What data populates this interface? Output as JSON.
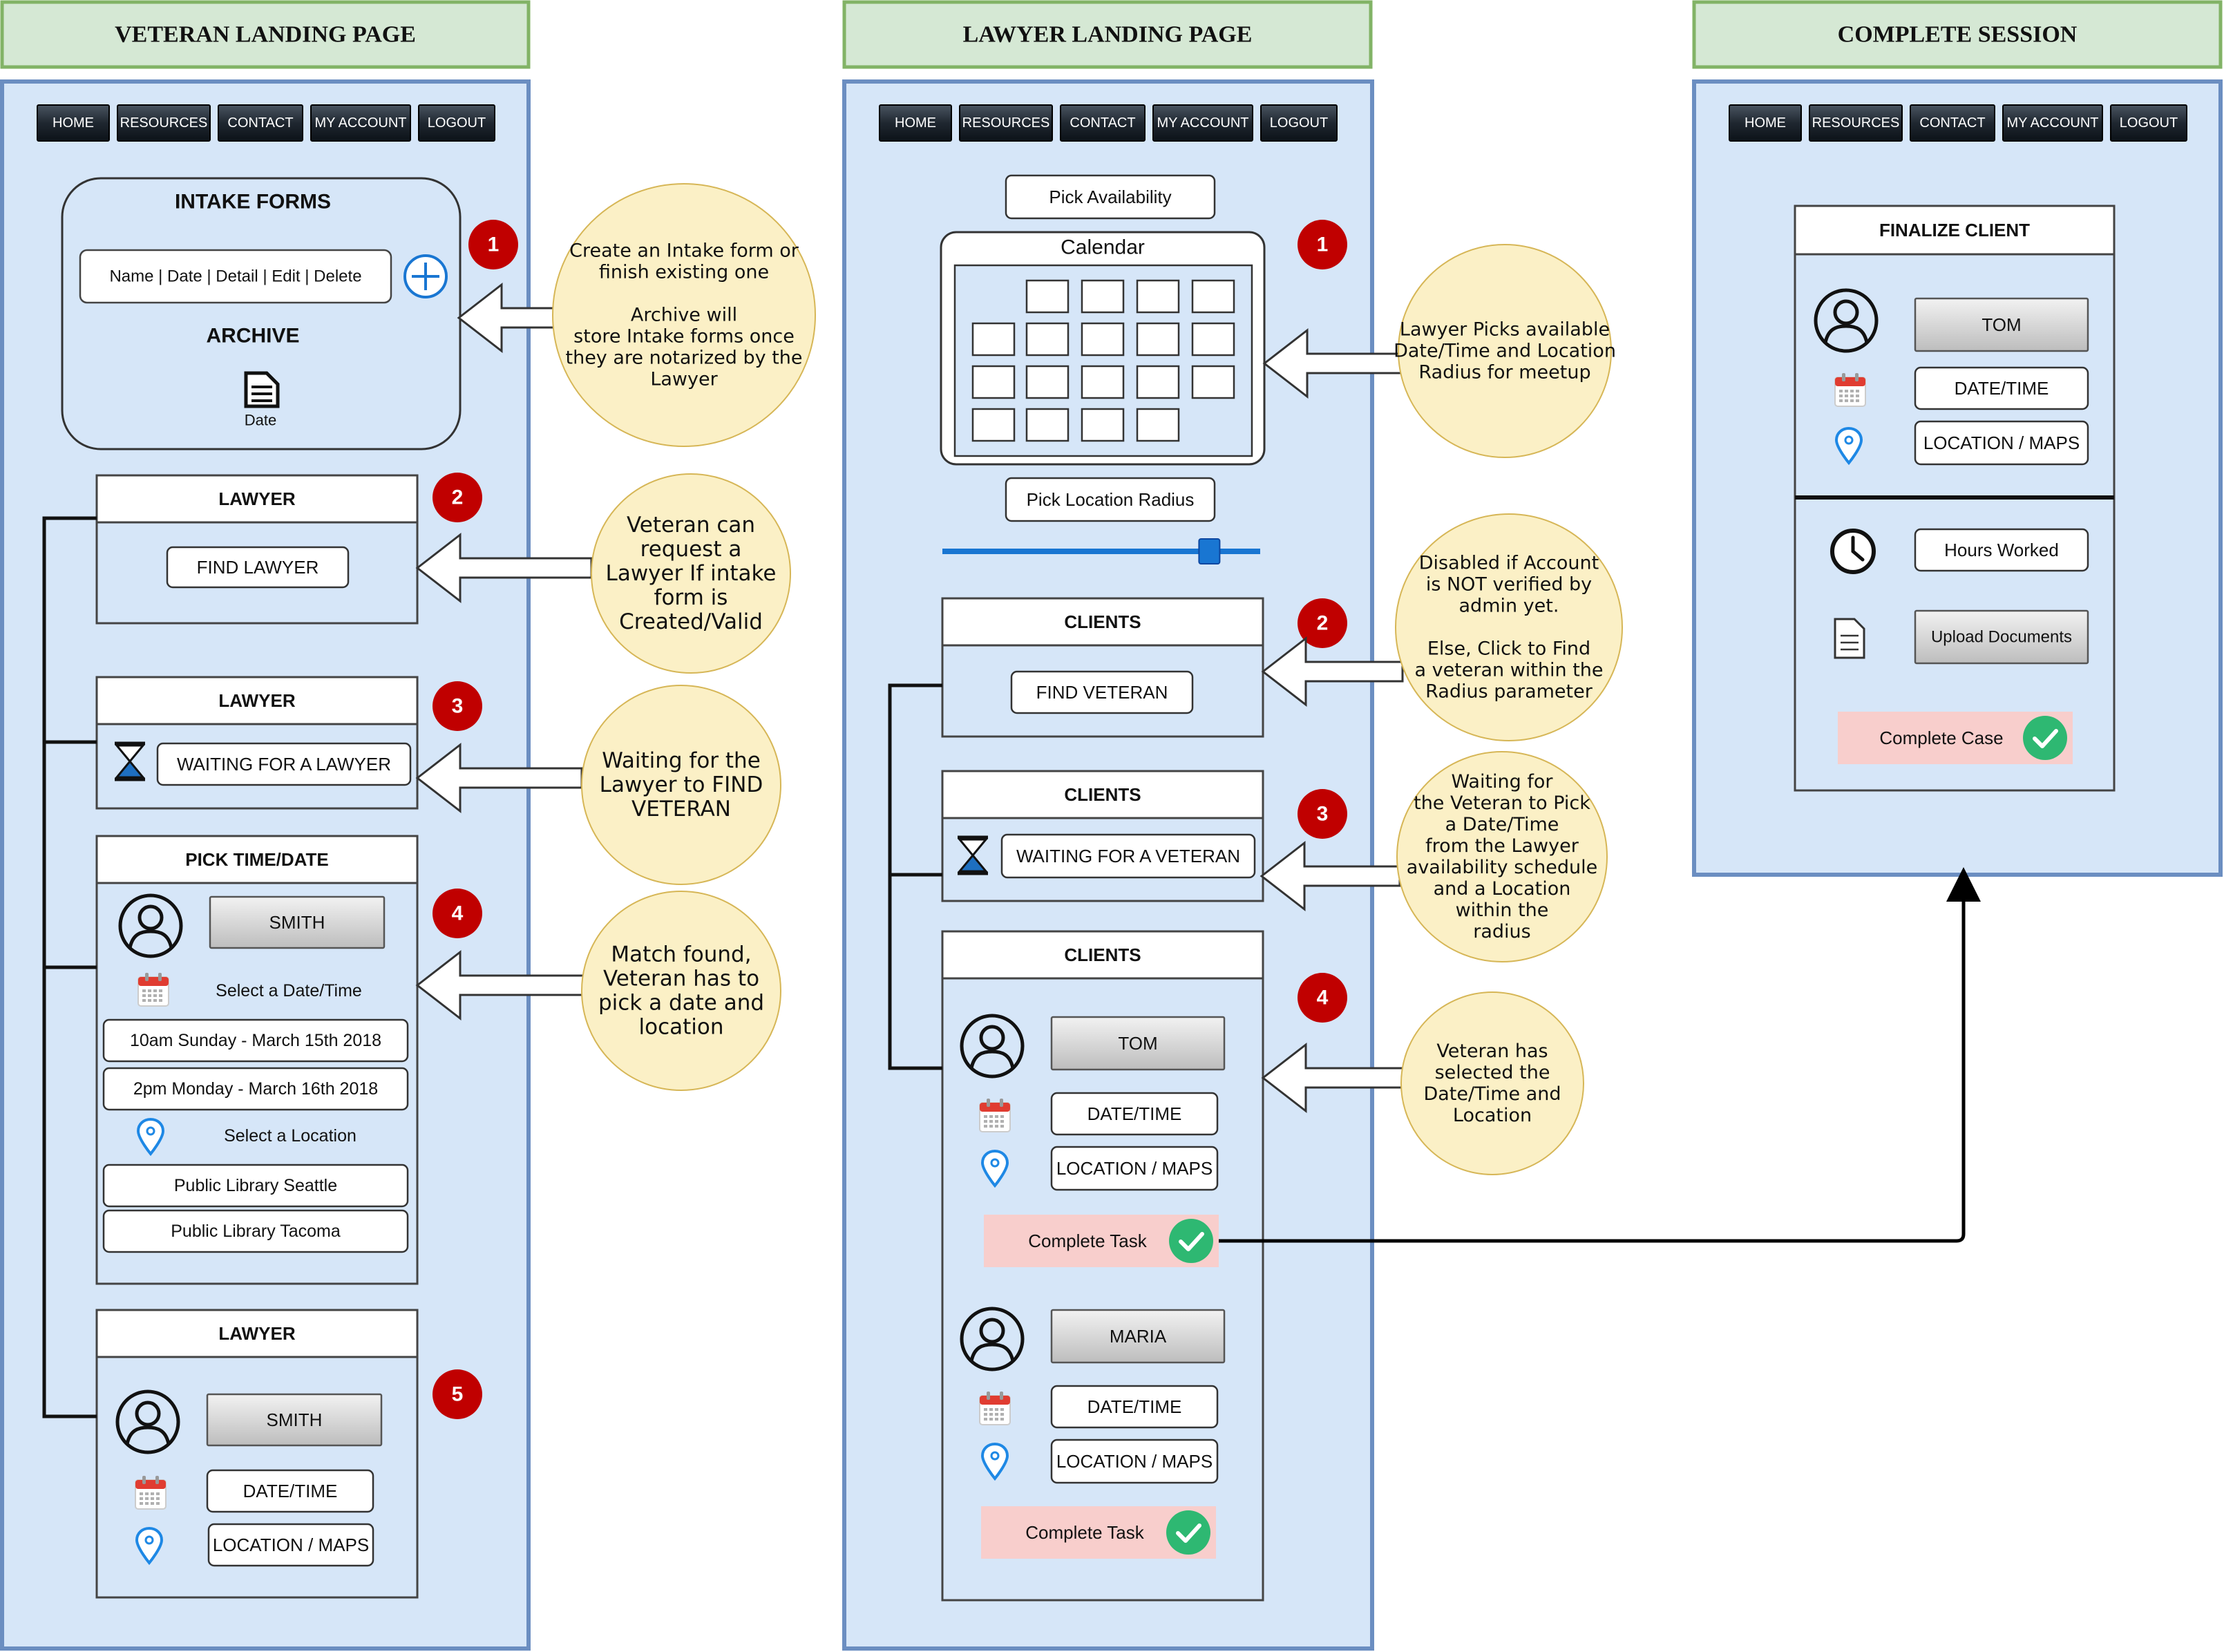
{
  "headers": {
    "veteran": "VETERAN LANDING PAGE",
    "lawyer": "LAWYER LANDING PAGE",
    "complete": "COMPLETE SESSION"
  },
  "nav": [
    "HOME",
    "RESOURCES",
    "CONTACT",
    "MY ACCOUNT",
    "LOGOUT"
  ],
  "colors": {
    "column_fill": "#d6e6f8",
    "column_border": "#6b8ec1",
    "header_fill": "#d5e8d4",
    "header_border": "#82b366",
    "note_fill": "#fbf0c6",
    "step_badge": "#c00000",
    "complete_fill": "#f8cecc",
    "check_green": "#2eb872",
    "slider_blue": "#1976d2"
  },
  "veteran": {
    "intake": {
      "title": "INTAKE FORMS",
      "fields": "Name  |  Date  |  Detail  |  Edit  |  Delete",
      "archive": "ARCHIVE",
      "date": "Date"
    },
    "lawyer1": {
      "title": "LAWYER",
      "button": "FIND LAWYER"
    },
    "lawyer2": {
      "title": "LAWYER",
      "status": "WAITING FOR A LAWYER"
    },
    "pick": {
      "title": "PICK TIME/DATE",
      "name": "SMITH",
      "select_date": "Select a Date/Time",
      "dates": [
        "10am Sunday - March 15th 2018",
        "2pm Monday - March 16th 2018"
      ],
      "select_location": "Select a Location",
      "locations": [
        "Public Library Seattle",
        "Public Library Tacoma"
      ]
    },
    "lawyer3": {
      "title": "LAWYER",
      "name": "SMITH",
      "datetime": "DATE/TIME",
      "location": "LOCATION / MAPS"
    }
  },
  "lawyer": {
    "pick_availability": "Pick Availability",
    "calendar": "Calendar",
    "pick_location_radius": "Pick Location Radius",
    "radius_level": 0.84,
    "clients1": {
      "title": "CLIENTS",
      "button": "FIND VETERAN"
    },
    "clients2": {
      "title": "CLIENTS",
      "status": "WAITING FOR A VETERAN"
    },
    "clients3": {
      "title": "CLIENTS",
      "entries": [
        {
          "name": "TOM",
          "datetime": "DATE/TIME",
          "location": "LOCATION / MAPS",
          "complete": "Complete Task"
        },
        {
          "name": "MARIA",
          "datetime": "DATE/TIME",
          "location": "LOCATION / MAPS",
          "complete": "Complete Task"
        }
      ]
    }
  },
  "complete": {
    "title": "FINALIZE CLIENT",
    "name": "TOM",
    "datetime": "DATE/TIME",
    "location": "LOCATION / MAPS",
    "hours": "Hours Worked",
    "upload": "Upload Documents",
    "complete_case": "Complete Case"
  },
  "steps": {
    "veteran": [
      "1",
      "2",
      "3",
      "4",
      "5"
    ],
    "lawyer": [
      "1",
      "2",
      "3",
      "4"
    ]
  },
  "notes": {
    "veteran": [
      [
        "Create an Intake form or",
        "finish existing one",
        "",
        "Archive will",
        "store Intake forms once",
        "they are notarized by the",
        "Lawyer"
      ],
      [
        "Veteran can",
        "request a",
        "Lawyer If intake",
        "form is",
        "Created/Valid"
      ],
      [
        "Waiting for the",
        "Lawyer to FIND",
        "VETERAN"
      ],
      [
        "Match found,",
        "Veteran has to",
        "pick a date and",
        "location"
      ]
    ],
    "lawyer": [
      [
        "Lawyer Picks available",
        "Date/Time and Location",
        "Radius for meetup"
      ],
      [
        "Disabled if Account",
        "is NOT verified by",
        "admin yet.",
        "",
        "Else, Click to Find",
        "a veteran within the",
        "Radius parameter"
      ],
      [
        "Waiting for",
        "the Veteran to Pick",
        "a Date/Time",
        "from the Lawyer",
        "availability schedule",
        "and a Location",
        "within the",
        "radius"
      ],
      [
        "Veteran has",
        "selected the",
        "Date/Time and",
        "Location"
      ]
    ]
  }
}
